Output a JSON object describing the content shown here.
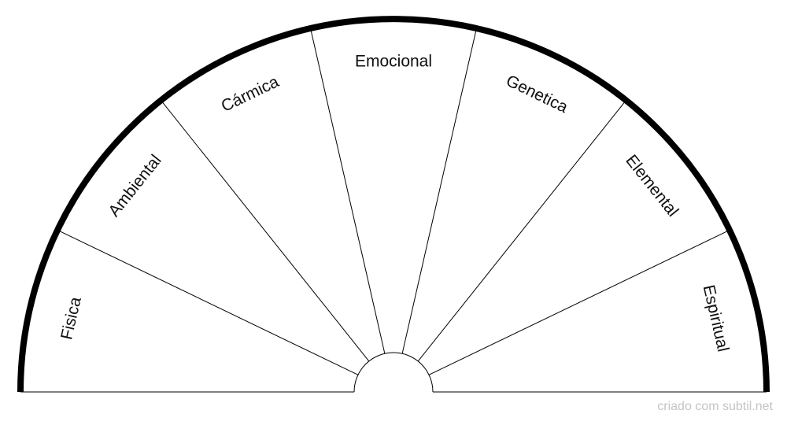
{
  "diagram": {
    "segments": [
      {
        "id": "fisica",
        "label": "Fisica"
      },
      {
        "id": "ambiental",
        "label": "Ambiental"
      },
      {
        "id": "carmica",
        "label": "Cármica"
      },
      {
        "id": "emocional",
        "label": "Emocional"
      },
      {
        "id": "genetica",
        "label": "Genetica"
      },
      {
        "id": "elemental",
        "label": "Elemental"
      },
      {
        "id": "espiritual",
        "label": "Espiritual"
      }
    ],
    "colors": {
      "outline": "#000000",
      "divider": "#000000",
      "fill": "#ffffff",
      "watermark": "#c4c4c4"
    }
  },
  "footer": {
    "watermark": "criado com subtil.net"
  }
}
